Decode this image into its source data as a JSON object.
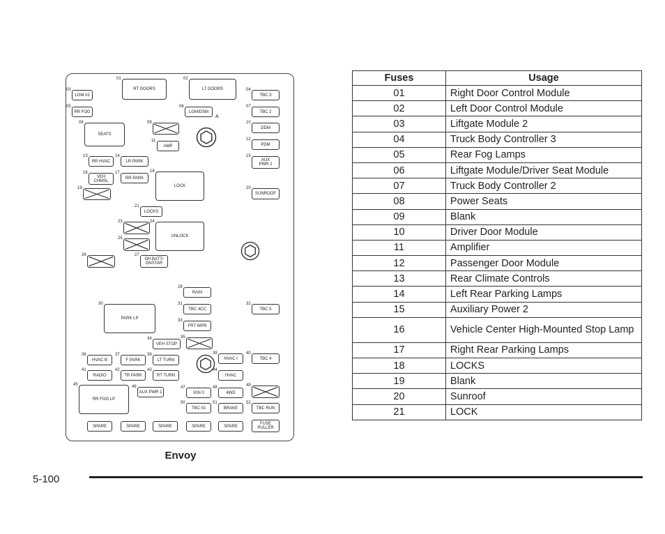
{
  "diagram": {
    "caption": "Envoy",
    "relay_a_label": "A",
    "slots": [
      {
        "id": "s01",
        "num": "01",
        "label": "RT DOORS"
      },
      {
        "id": "s02",
        "num": "02",
        "label": "LT DOORS"
      },
      {
        "id": "s03",
        "num": "03",
        "label": "LGM #2"
      },
      {
        "id": "s04",
        "num": "04",
        "label": "TBC 3"
      },
      {
        "id": "s05",
        "num": "05",
        "label": "RR FOG"
      },
      {
        "id": "s06",
        "num": "06",
        "label": "LGM/DSM"
      },
      {
        "id": "s07",
        "num": "07",
        "label": "TBC 2"
      },
      {
        "id": "s08",
        "num": "08",
        "label": "SEATS"
      },
      {
        "id": "s09",
        "num": "09",
        "label": ""
      },
      {
        "id": "s10",
        "num": "10",
        "label": "DDM"
      },
      {
        "id": "s11",
        "num": "11",
        "label": "AMP"
      },
      {
        "id": "s12",
        "num": "12",
        "label": "PDM"
      },
      {
        "id": "s13",
        "num": "13",
        "label": "RR HVAC"
      },
      {
        "id": "s14",
        "num": "14",
        "label": "LR PARK"
      },
      {
        "id": "s15",
        "num": "15",
        "label": "AUX\nPWR 2"
      },
      {
        "id": "s16",
        "num": "16",
        "label": "VEH\nCHMSL"
      },
      {
        "id": "s17",
        "num": "17",
        "label": "RR PARK"
      },
      {
        "id": "s18",
        "num": "18",
        "label": "LOCK"
      },
      {
        "id": "s19",
        "num": "19",
        "label": ""
      },
      {
        "id": "s20",
        "num": "20",
        "label": "SUNROOF"
      },
      {
        "id": "s21",
        "num": "21",
        "label": "LOCKS"
      },
      {
        "id": "s23",
        "num": "23",
        "label": ""
      },
      {
        "id": "s24",
        "num": "24",
        "label": "UNLOCK"
      },
      {
        "id": "s25",
        "num": "25",
        "label": ""
      },
      {
        "id": "s26",
        "num": "26",
        "label": ""
      },
      {
        "id": "s27",
        "num": "27",
        "label": "OH BATT/\nONSTAR"
      },
      {
        "id": "s29",
        "num": "29",
        "label": "RAIN"
      },
      {
        "id": "s30",
        "num": "30",
        "label": "PARK LP"
      },
      {
        "id": "s31",
        "num": "31",
        "label": "TBC 4CC"
      },
      {
        "id": "s32",
        "num": "32",
        "label": "TBC 5"
      },
      {
        "id": "s33",
        "num": "33",
        "label": "FRT WPR"
      },
      {
        "id": "s34",
        "num": "34",
        "label": "VEH STOP"
      },
      {
        "id": "s35",
        "num": "35",
        "label": ""
      },
      {
        "id": "s36",
        "num": "36",
        "label": "HVAC B"
      },
      {
        "id": "s37",
        "num": "37",
        "label": "F PARK"
      },
      {
        "id": "s38",
        "num": "38",
        "label": "LT TURN"
      },
      {
        "id": "s39",
        "num": "39",
        "label": "HVAC I"
      },
      {
        "id": "s40",
        "num": "40",
        "label": "TBC 4"
      },
      {
        "id": "s41",
        "num": "41",
        "label": "RADIO"
      },
      {
        "id": "s42",
        "num": "42",
        "label": "TR PARK"
      },
      {
        "id": "s43",
        "num": "43",
        "label": "RT TURN"
      },
      {
        "id": "s44",
        "num": "44",
        "label": "HVAC"
      },
      {
        "id": "s45",
        "num": "45",
        "label": "RR FOG LP"
      },
      {
        "id": "s46",
        "num": "46",
        "label": "AUX PWR 1"
      },
      {
        "id": "s47",
        "num": "47",
        "label": "IGN 0"
      },
      {
        "id": "s48",
        "num": "48",
        "label": "4WD"
      },
      {
        "id": "s49",
        "num": "49",
        "label": ""
      },
      {
        "id": "s50",
        "num": "50",
        "label": "TBC IG"
      },
      {
        "id": "s51",
        "num": "51",
        "label": "BRAKE"
      },
      {
        "id": "s52",
        "num": "52",
        "label": "TBC RUN"
      },
      {
        "id": "sp1",
        "num": "",
        "label": "SPARE"
      },
      {
        "id": "sp2",
        "num": "",
        "label": "SPARE"
      },
      {
        "id": "sp3",
        "num": "",
        "label": "SPARE"
      },
      {
        "id": "sp4",
        "num": "",
        "label": "SPARE"
      },
      {
        "id": "sp5",
        "num": "",
        "label": "SPARE"
      },
      {
        "id": "puller",
        "num": "",
        "label": "FUSE\nPULLER"
      }
    ]
  },
  "table": {
    "headers": [
      "Fuses",
      "Usage"
    ],
    "rows": [
      {
        "fuse": "01",
        "usage": "Right Door Control Module"
      },
      {
        "fuse": "02",
        "usage": "Left Door Control Module"
      },
      {
        "fuse": "03",
        "usage": "Liftgate Module 2"
      },
      {
        "fuse": "04",
        "usage": "Truck Body Controller 3"
      },
      {
        "fuse": "05",
        "usage": "Rear Fog Lamps"
      },
      {
        "fuse": "06",
        "usage": "Liftgate Module/Driver Seat Module"
      },
      {
        "fuse": "07",
        "usage": "Truck Body Controller 2"
      },
      {
        "fuse": "08",
        "usage": "Power Seats"
      },
      {
        "fuse": "09",
        "usage": "Blank"
      },
      {
        "fuse": "10",
        "usage": "Driver Door Module"
      },
      {
        "fuse": "11",
        "usage": "Amplifier"
      },
      {
        "fuse": "12",
        "usage": "Passenger Door Module"
      },
      {
        "fuse": "13",
        "usage": "Rear Climate Controls"
      },
      {
        "fuse": "14",
        "usage": "Left Rear Parking Lamps"
      },
      {
        "fuse": "15",
        "usage": "Auxiliary Power 2"
      },
      {
        "fuse": "16",
        "usage": "Vehicle Center High-Mounted Stop Lamp"
      },
      {
        "fuse": "17",
        "usage": "Right Rear Parking Lamps"
      },
      {
        "fuse": "18",
        "usage": "LOCKS"
      },
      {
        "fuse": "19",
        "usage": "Blank"
      },
      {
        "fuse": "20",
        "usage": "Sunroof"
      },
      {
        "fuse": "21",
        "usage": "LOCK"
      }
    ]
  },
  "footer": {
    "page_number": "5-100"
  }
}
